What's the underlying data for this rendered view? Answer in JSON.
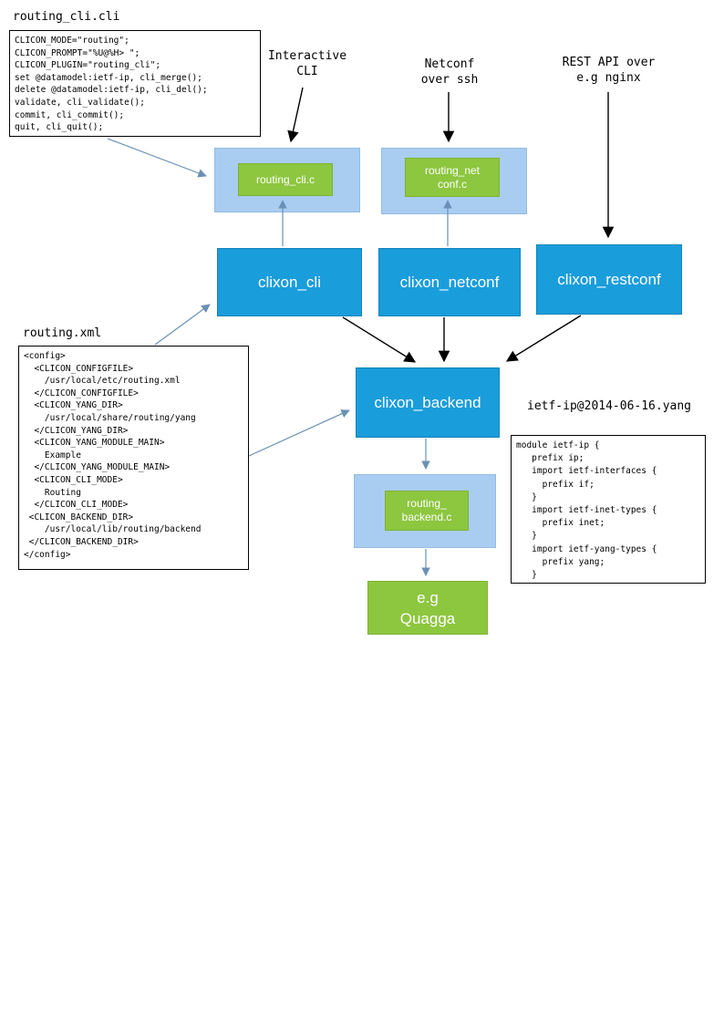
{
  "labels": {
    "routing_cli_file": "routing_cli.cli",
    "interactive_cli": "Interactive\nCLI",
    "netconf_over_ssh": "Netconf\nover ssh",
    "rest_api": "REST API over\ne.g nginx",
    "routing_xml_file": "routing.xml",
    "yang_file": "ietf-ip@2014-06-16.yang"
  },
  "code": {
    "routing_cli_cli": "CLICON_MODE=\"routing\";\nCLICON_PROMPT=\"%U@%H> \";\nCLICON_PLUGIN=\"routing_cli\";\nset @datamodel:ietf-ip, cli_merge();\ndelete @datamodel:ietf-ip, cli_del();\nvalidate, cli_validate();\ncommit, cli_commit();\nquit, cli_quit();",
    "routing_xml": "<config>\n  <CLICON_CONFIGFILE>\n    /usr/local/etc/routing.xml\n  </CLICON_CONFIGFILE>\n  <CLICON_YANG_DIR>\n    /usr/local/share/routing/yang\n  </CLICON_YANG_DIR>\n  <CLICON_YANG_MODULE_MAIN>\n    Example\n  </CLICON_YANG_MODULE_MAIN>\n  <CLICON_CLI_MODE>\n    Routing\n  </CLICON_CLI_MODE>\n <CLICON_BACKEND_DIR>\n    /usr/local/lib/routing/backend\n </CLICON_BACKEND_DIR>\n</config>",
    "yang": "module ietf-ip {\n   prefix ip;\n   import ietf-interfaces {\n     prefix if;\n   }\n   import ietf-inet-types {\n     prefix inet;\n   }\n   import ietf-yang-types {\n     prefix yang;\n   }"
  },
  "nodes": {
    "routing_cli_c": "routing_cli.c",
    "routing_netconf_c": "routing_net\nconf.c",
    "clixon_cli": "clixon_cli",
    "clixon_netconf": "clixon_netconf",
    "clixon_restconf": "clixon_restconf",
    "clixon_backend": "clixon_backend",
    "routing_backend_c": "routing_\nbackend.c",
    "quagga": "e.g\nQuagga"
  },
  "colors": {
    "node_blue": "#1a9ddb",
    "container_light_blue": "#a9cdf0",
    "node_green": "#8dc63f",
    "arrow_blue": "#6a90b5",
    "arrow_black": "#000000"
  },
  "edges": [
    {
      "from": "interactive-cli-label",
      "to": "cli-plugin-container",
      "style": "black"
    },
    {
      "from": "netconf-label",
      "to": "netconf-plugin-container",
      "style": "black"
    },
    {
      "from": "rest-api-label",
      "to": "clixon-restconf",
      "style": "black"
    },
    {
      "from": "clixon-cli",
      "to": "routing-cli-c",
      "style": "blue"
    },
    {
      "from": "clixon-netconf",
      "to": "routing-netconf-c",
      "style": "blue"
    },
    {
      "from": "clixon-cli",
      "to": "clixon-backend",
      "style": "black"
    },
    {
      "from": "clixon-netconf",
      "to": "clixon-backend",
      "style": "black"
    },
    {
      "from": "clixon-restconf",
      "to": "clixon-backend",
      "style": "black"
    },
    {
      "from": "clixon-backend",
      "to": "routing-backend-c",
      "style": "blue"
    },
    {
      "from": "routing-backend-c",
      "to": "quagga",
      "style": "blue"
    },
    {
      "from": "routing-cli-cli-code",
      "to": "cli-plugin-container",
      "style": "blue"
    },
    {
      "from": "routing-xml-code",
      "to": "clixon-cli",
      "style": "blue"
    },
    {
      "from": "routing-xml-code",
      "to": "clixon-backend",
      "style": "blue"
    }
  ]
}
